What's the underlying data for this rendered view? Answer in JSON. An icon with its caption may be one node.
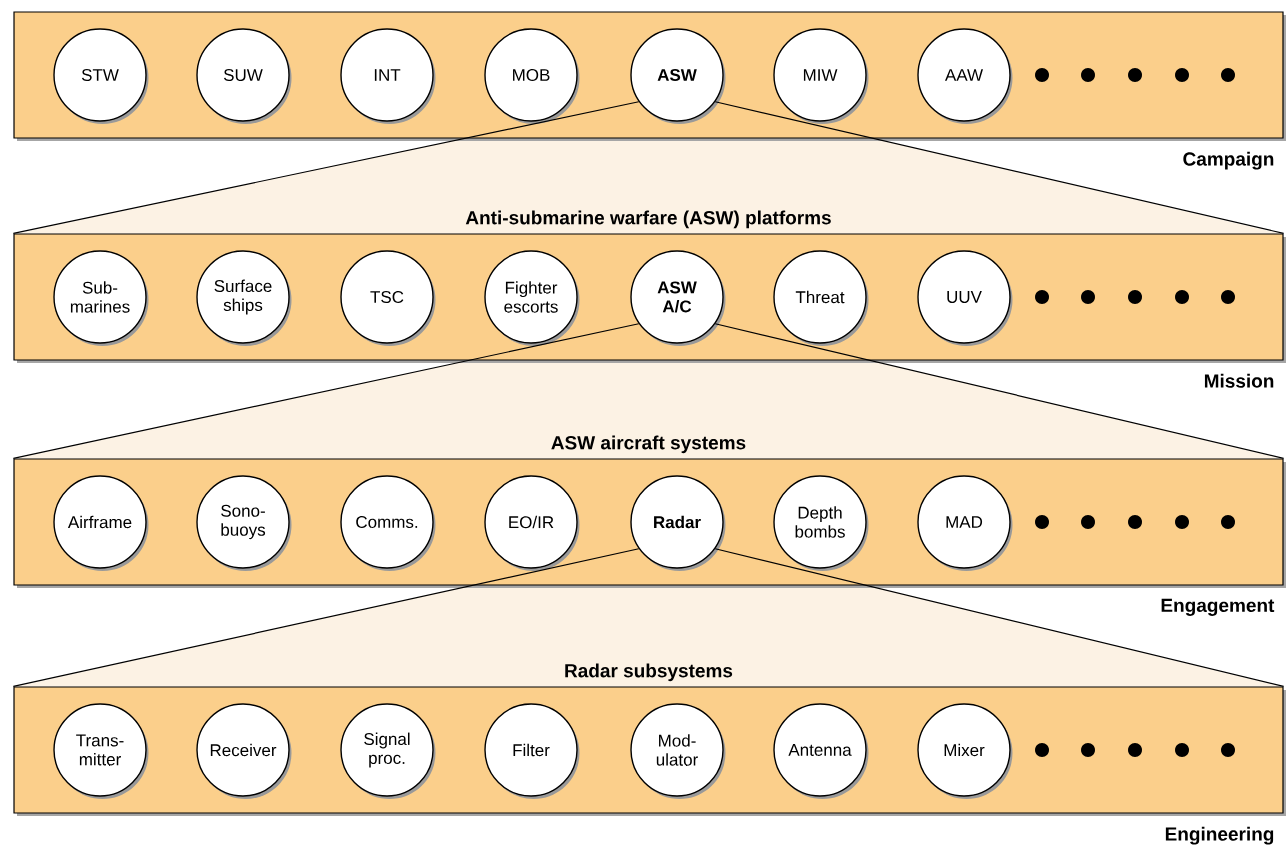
{
  "diagram": {
    "nodes": [
      {
        "text": [
          "Campaign"
        ]
      },
      {
        "text": [
          "STW"
        ],
        "in": 0
      },
      {
        "text": [
          "SUW"
        ],
        "in": 0
      },
      {
        "text": [
          "INT"
        ],
        "in": 0
      },
      {
        "text": [
          "MOB"
        ],
        "in": 0
      },
      {
        "text": [
          "ASW"
        ],
        "in": 0
      },
      {
        "text": [
          "MIW"
        ],
        "in": 0
      },
      {
        "text": [
          "AAW"
        ],
        "in": 0
      },
      {
        "text": [
          "Anti-submarine warfare (ASW) platforms",
          "Mission"
        ]
      },
      {
        "text": [
          "Sub- marines"
        ],
        "in": 8
      },
      {
        "text": [
          "Surface ships"
        ],
        "in": 8
      },
      {
        "text": [
          "TSC"
        ],
        "in": 8
      },
      {
        "text": [
          "Fighter escorts"
        ],
        "in": 8
      },
      {
        "text": [
          "ASW A/C"
        ],
        "in": 8
      },
      {
        "text": [
          "Threat"
        ],
        "in": 8
      },
      {
        "text": [
          "UUV"
        ],
        "in": 8
      },
      {
        "text": [
          "ASW aircraft systems",
          "Engagement"
        ]
      },
      {
        "text": [
          "Airframe"
        ],
        "in": 16
      },
      {
        "text": [
          "Sono- buoys"
        ],
        "in": 16
      },
      {
        "text": [
          "Comms."
        ],
        "in": 16
      },
      {
        "text": [
          "EO/IR"
        ],
        "in": 16
      },
      {
        "text": [
          "Radar"
        ],
        "in": 16
      },
      {
        "text": [
          "Depth bombs"
        ],
        "in": 16
      },
      {
        "text": [
          "MAD"
        ],
        "in": 16
      },
      {
        "text": [
          "Radar subsystems",
          "Engineering"
        ]
      },
      {
        "text": [
          "Trans- mitter"
        ],
        "in": 24
      },
      {
        "text": [
          "Receiver"
        ],
        "in": 24
      },
      {
        "text": [
          "Signal proc."
        ],
        "in": 24
      },
      {
        "text": [
          "Filter"
        ],
        "in": 24
      },
      {
        "text": [
          "Mod- ulator"
        ],
        "in": 24
      },
      {
        "text": [
          "Antenna"
        ],
        "in": 24
      },
      {
        "text": [
          "Mixer"
        ],
        "in": 24
      }
    ],
    "edges": [
      {
        "from": 5,
        "to": 8,
        "arrow": "none"
      },
      {
        "from": 5,
        "to": 8,
        "arrow": "none"
      },
      {
        "from": 13,
        "to": 16,
        "arrow": "none"
      },
      {
        "from": 13,
        "to": 16,
        "arrow": "none"
      },
      {
        "from": 21,
        "to": 24,
        "arrow": "none"
      },
      {
        "from": 21,
        "to": 24,
        "arrow": "none"
      }
    ]
  }
}
